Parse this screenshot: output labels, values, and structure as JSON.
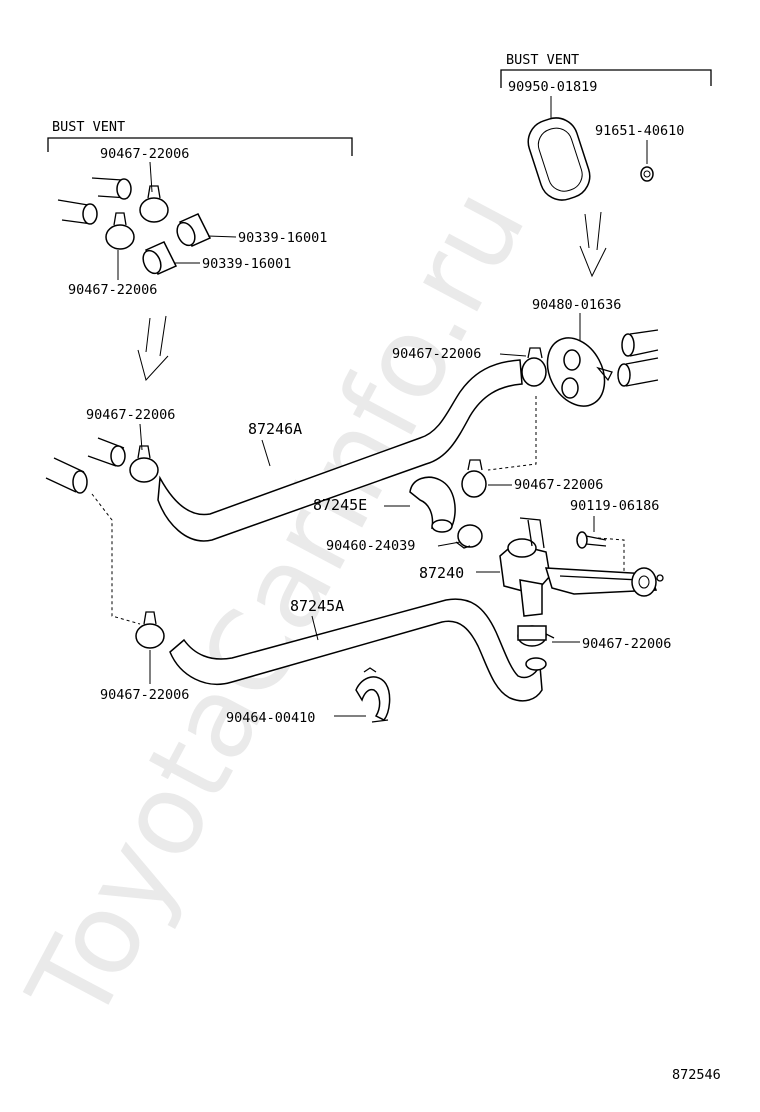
{
  "watermark": "ToyotaCarInfo.ru",
  "diagram_number": "872546",
  "groups": {
    "left_bust_vent": "BUST VENT",
    "right_bust_vent": "BUST VENT"
  },
  "labels": {
    "l_90467_a": "90467-22006",
    "l_90339_a": "90339-16001",
    "l_90339_b": "90339-16001",
    "l_90467_b": "90467-22006",
    "r_90950": "90950-01819",
    "r_91651": "91651-40610",
    "r_90480": "90480-01636",
    "c_90467_c": "90467-22006",
    "c_90467_d": "90467-22006",
    "c_87246a": "87246A",
    "c_90467_e": "90467-22006",
    "c_87245e": "87245E",
    "c_90119": "90119-06186",
    "c_90460": "90460-24039",
    "c_87240": "87240",
    "c_87245a": "87245A",
    "c_90467_f": "90467-22006",
    "c_90467_g": "90467-22006",
    "c_90464": "90464-00410"
  }
}
